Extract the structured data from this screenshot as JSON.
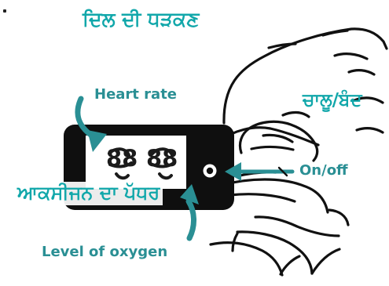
{
  "labels": {
    "heart_rate": "Heart rate",
    "on_off": "On/off",
    "level_of_oxygen": "Level of oxygen",
    "heart_rate_pa": "ਦਿਲ ਦੀ ਧੜਕਣ",
    "on_off_pa": "ਚਾਲੂ/ਬੰਦ",
    "level_of_oxygen_pa": "ਆਕਸੀਜਨ ਦਾ ਪੱਧਰ"
  },
  "display": {
    "left_value": "88",
    "right_value": "88"
  },
  "colors": {
    "label": "#2a8f94",
    "punjabi_label": "#11a7aa",
    "outline": "#111111",
    "device": "#0f0f0f",
    "screen": "#ffffff"
  },
  "icons": {
    "pulse_oximeter": "pulse-oximeter-icon",
    "hand": "hand-icon",
    "arrow_heart_rate": "arrow-icon",
    "arrow_on_off": "arrow-left-icon",
    "arrow_level_oxygen": "arrow-icon"
  }
}
